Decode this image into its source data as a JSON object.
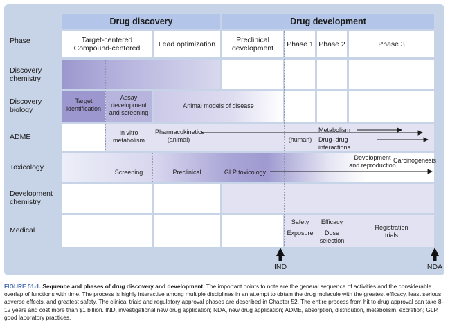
{
  "headers": {
    "left": "Drug discovery",
    "right": "Drug development"
  },
  "phase_row": {
    "label": "Phase",
    "target": "Target-centered\nCompound-centered",
    "lead": "Lead optimization",
    "preclinical": "Preclinical\ndevelopment",
    "phase1": "Phase 1",
    "phase2": "Phase 2",
    "phase3": "Phase 3"
  },
  "rows": {
    "discovery_chemistry": "Discovery\nchemistry",
    "discovery_biology": "Discovery\nbiology",
    "adme": "ADME",
    "toxicology": "Toxicology",
    "development_chemistry": "Development\nchemistry",
    "medical": "Medical"
  },
  "cells": {
    "target_identification": "Target\nidentification",
    "assay_development": "Assay\ndevelopment\nand screening",
    "animal_models": "Animal models of disease",
    "in_vitro_metabolism": "In vitro\nmetabolism",
    "pharmacokinetics": "Pharmacokinetics\n(animal)",
    "human": "(human)",
    "metabolism": "Metabolism",
    "drug_interactions": "Drug–drug interactions",
    "screening": "Screening",
    "preclinical": "Preclinical",
    "glp_toxicology": "GLP toxicology",
    "development_reproduction": "Development\nand reproduction",
    "carcinogenesis": "Carcinogenesis",
    "safety": "Safety",
    "exposure": "Exposure",
    "efficacy": "Efficacy",
    "dose_selection": "Dose\nselection",
    "registration_trials": "Registration\ntrials"
  },
  "milestones": {
    "ind": "IND",
    "nda": "NDA"
  },
  "colors": {
    "panel": "#c7d3e6",
    "header": "#b3c5e8",
    "band": "#e2e2f2",
    "band_dark": "#9c98cf",
    "caption_label": "#4a6fb0"
  },
  "caption": {
    "label": "FIGURE 51-1.",
    "title": "Sequence and phases of drug discovery and development.",
    "text": "The important points to note are the general sequence of activities and the considerable overlap of functions with time. The process is highly interactive among multiple disciplines in an attempt to obtain the drug molecule with the greatest efficacy, least serious adverse effects, and greatest safety. The clinical trials and regulatory approval phases are described in Chapter 52. The entire process from hit to drug approval can take 8–12 years and cost more than $1 billion. IND, investigational new drug application; NDA, new drug application; ADME, absorption, distribution, metabolism, excretion; GLP, good laboratory practices."
  }
}
